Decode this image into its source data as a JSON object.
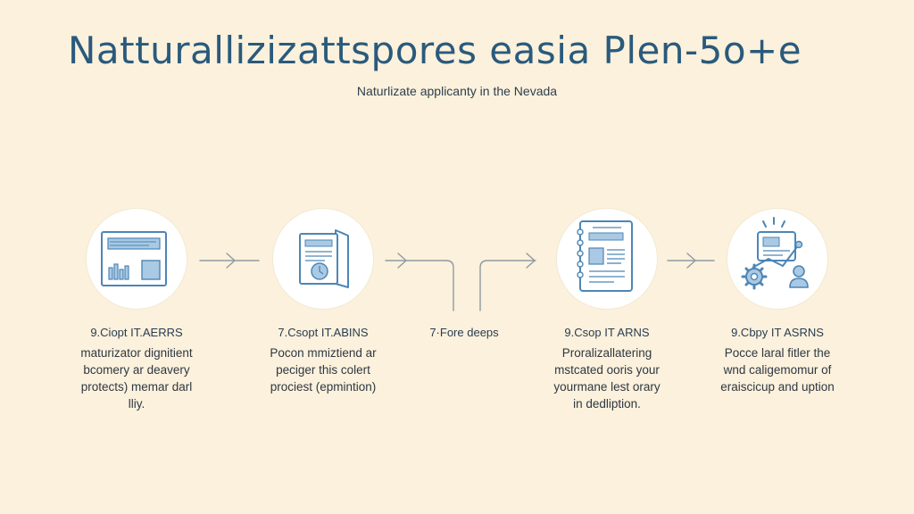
{
  "title": "Natturallizizattspores easia Plen-5o+e",
  "subtitle": "Naturlizate applicanty in the Nevada",
  "middle_label": "7·Fore deeps",
  "steps": [
    {
      "title": "9.Ciopt IT.AERRS",
      "desc": [
        "maturizator dignitient",
        "bcomery ar deavery",
        "protects) memar darl",
        "lliy."
      ],
      "icon": "report-chart-icon"
    },
    {
      "title": "7.Csopt IT.ABINS",
      "desc": [
        "Pocon mmiztiend ar",
        "peciger this colert",
        "prociest (epmintion)"
      ],
      "icon": "document-stack-icon"
    },
    {
      "title": "9.Csop IT ARNS",
      "desc": [
        "Proralizallatering",
        "mstcated ooris your",
        "yourmane lest orary",
        "in dedliption."
      ],
      "icon": "notebook-icon"
    },
    {
      "title": "9.Cbpy IT ASRNS",
      "desc": [
        "Pocce laral fitler the",
        "wnd caligemomur of",
        "eraiscicup and uption"
      ],
      "icon": "device-gear-icon"
    }
  ],
  "colors": {
    "background": "#fbf1dc",
    "accent": "#2a5a7c",
    "icon_line": "#4d86b5",
    "icon_fill": "#a9c9e4"
  }
}
